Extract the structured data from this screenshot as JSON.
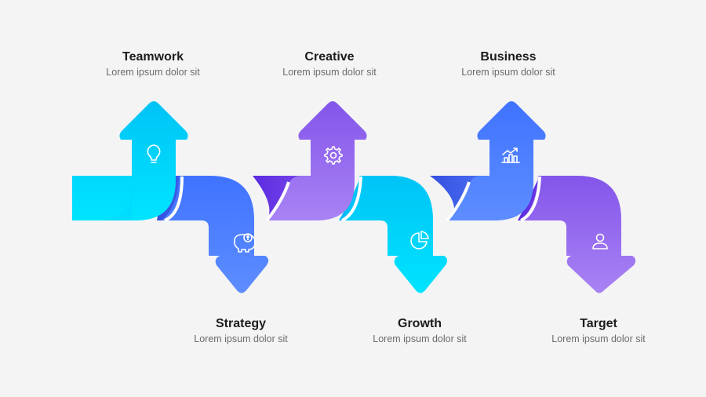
{
  "steps": [
    {
      "title": "Teamwork",
      "desc": "Lorem ipsum dolor sit",
      "icon": "lightbulb-icon"
    },
    {
      "title": "Strategy",
      "desc": "Lorem ipsum dolor sit",
      "icon": "piggy-bank-icon"
    },
    {
      "title": "Creative",
      "desc": "Lorem ipsum dolor sit",
      "icon": "gear-icon"
    },
    {
      "title": "Growth",
      "desc": "Lorem ipsum dolor sit",
      "icon": "pie-chart-icon"
    },
    {
      "title": "Business",
      "desc": "Lorem ipsum dolor sit",
      "icon": "bar-chart-icon"
    },
    {
      "title": "Target",
      "desc": "Lorem ipsum dolor sit",
      "icon": "user-icon"
    }
  ],
  "colors": {
    "cyan_light": "#00e0ff",
    "cyan_dark": "#0095f0",
    "blue_light": "#5f8dff",
    "blue_dark": "#3a5ff0",
    "purple_light": "#a77cf4",
    "purple_dark": "#6a35e6",
    "background": "#f4f4f5"
  }
}
